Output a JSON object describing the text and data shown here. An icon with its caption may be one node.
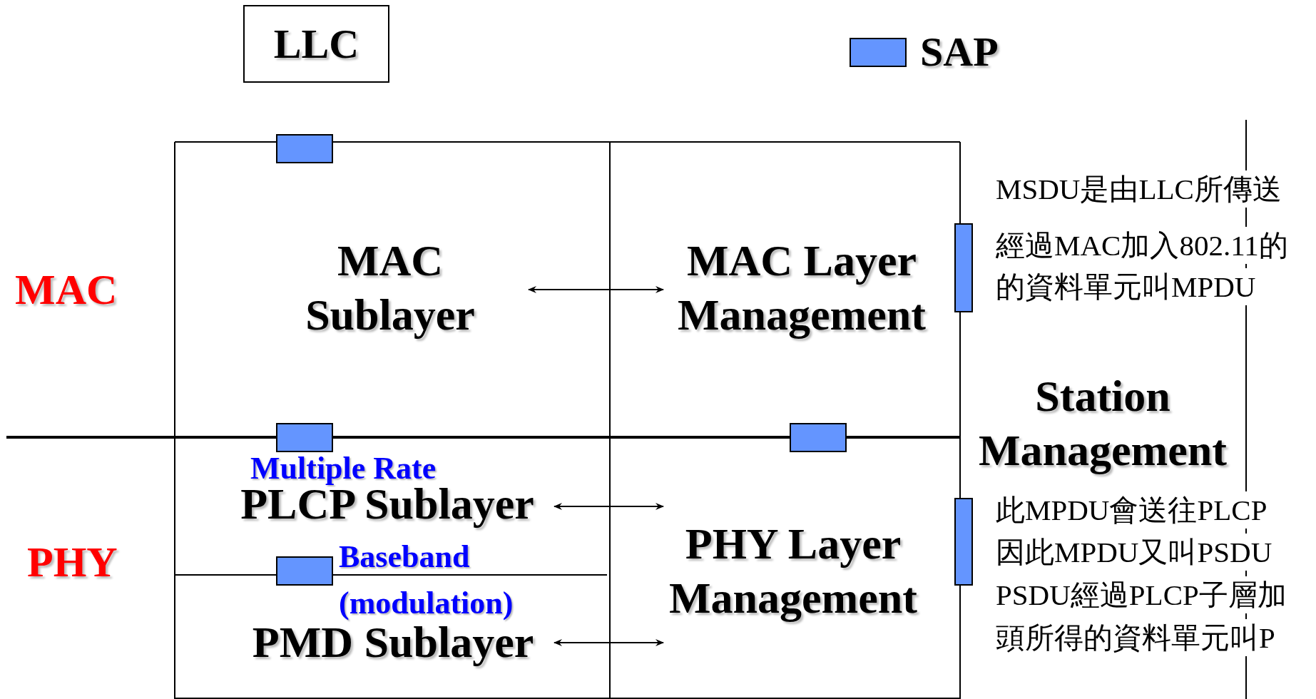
{
  "diagram": {
    "nodes": [
      {
        "text": [
          "LLC"
        ]
      },
      {
        "text": [
          "MAC Sublayer"
        ]
      },
      {
        "text": [
          "MAC Layer Management"
        ]
      },
      {
        "text": [
          "Station Management"
        ]
      },
      {
        "text": [
          "PLCP Sublayer"
        ],
        "beside": [
          "Multiple Rate"
        ]
      },
      {
        "text": [
          "PHY Layer Management"
        ]
      },
      {
        "text": [
          "PMD Sublayer"
        ],
        "beside": [
          "Baseband (modulation)"
        ]
      },
      {
        "text": [],
        "shape": "box"
      },
      {
        "text": [],
        "shape": "box"
      },
      {
        "text": [],
        "shape": "box"
      },
      {
        "text": [],
        "shape": "box"
      },
      {
        "text": [],
        "shape": "box"
      },
      {
        "text": [],
        "shape": "box"
      }
    ],
    "edges": [
      {
        "from": 1,
        "to": 2,
        "arrow": "both"
      },
      {
        "from": 4,
        "to": 5,
        "arrow": "both"
      },
      {
        "from": 6,
        "to": 5,
        "arrow": "both"
      }
    ],
    "labels": [
      "MAC",
      "PHY",
      "MSDU是由LLC所傳送",
      "經過MAC加入802.11的",
      "的資料單元叫MPDU",
      "此MPDU會送往PLCP",
      "因此MPDU又叫PSDU",
      "PSDU經過PLCP子層加",
      "頭所得的資料單元叫P"
    ],
    "legend": [
      {
        "text": "SAP",
        "color": "#6495ff"
      }
    ]
  }
}
